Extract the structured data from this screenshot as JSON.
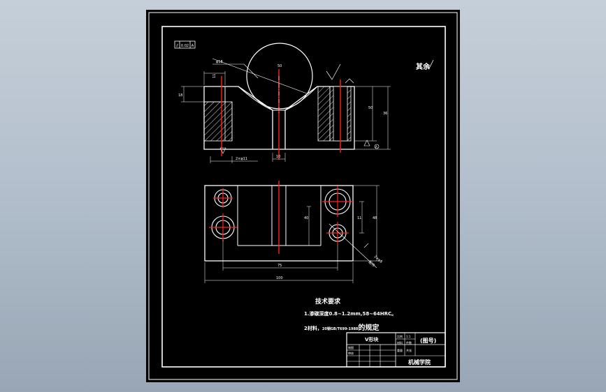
{
  "tolerance_frame": {
    "symbol": "⫽",
    "value": "0.02",
    "datum": "A"
  },
  "roughness_note": "其余",
  "dims": {
    "hole_dia_top": "φ18",
    "ball_dia": "50",
    "hole_depth": "11",
    "height_small": "18",
    "height_mid": "50",
    "height_total": "36",
    "hole_dia_bottom": "2×φ11",
    "slot_bottom": "10",
    "plan_inner": "40",
    "plan_small": "11",
    "plan_height": "48",
    "plan_pitch": "75",
    "plan_length": "100",
    "pin_note": "2×φ8",
    "pin_note_sub": "配作"
  },
  "datum_label": "A",
  "tech_requirements": {
    "title": "技术要求",
    "line1": "1.渗碳深度0.8~1.2mm,58~64HRC。",
    "line2_prefix": "2材料，",
    "line2_spec": "20钢GB/T699-1988",
    "line2_suffix": "的规定"
  },
  "title_block": {
    "part_name": "V形块",
    "drawing_no": "(图号)",
    "school": "机械学院",
    "cells": [
      "比例",
      "1:1",
      "材料",
      "件数",
      "制图",
      "审核",
      "重量",
      "共张"
    ]
  },
  "colors": {
    "line": "#ffffff",
    "center": "#ff2020",
    "hatch": "#d8d8d8",
    "sheet": "#000000"
  }
}
